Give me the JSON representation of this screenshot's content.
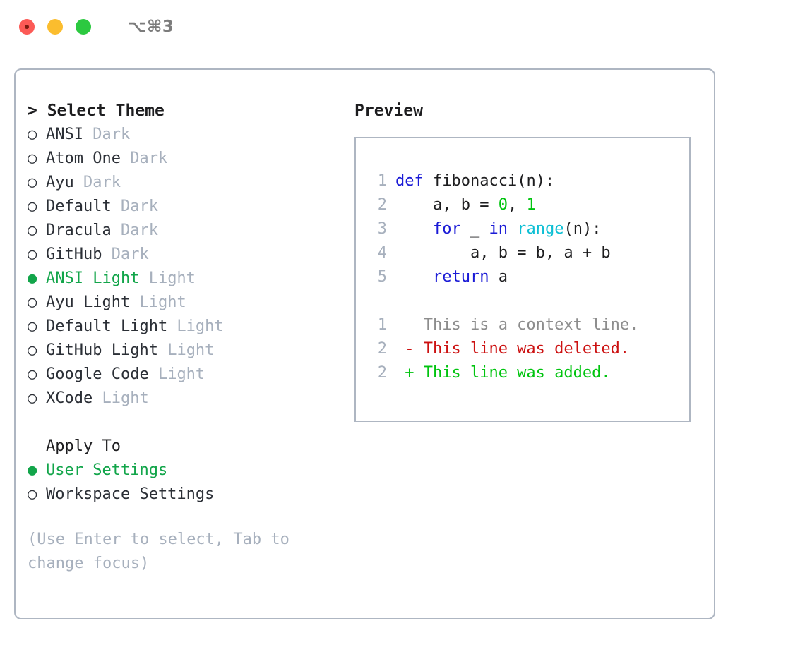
{
  "titlebar": {
    "shortcut": "⌥⌘3",
    "lights": [
      {
        "name": "close",
        "color": "#fc5a56"
      },
      {
        "name": "minimize",
        "color": "#fbbd2e"
      },
      {
        "name": "maximize",
        "color": "#2cc940"
      }
    ]
  },
  "theme_picker": {
    "heading": "> Select Theme",
    "marker_on": "●",
    "marker_off": "○",
    "items": [
      {
        "marker": "○",
        "label": "ANSI",
        "suffix": " Dark",
        "selected": false
      },
      {
        "marker": "○",
        "label": "Atom One",
        "suffix": " Dark",
        "selected": false
      },
      {
        "marker": "○",
        "label": "Ayu",
        "suffix": " Dark",
        "selected": false
      },
      {
        "marker": "○",
        "label": "Default",
        "suffix": " Dark",
        "selected": false
      },
      {
        "marker": "○",
        "label": "Dracula",
        "suffix": " Dark",
        "selected": false
      },
      {
        "marker": "○",
        "label": "GitHub",
        "suffix": " Dark",
        "selected": false
      },
      {
        "marker": "●",
        "label": "ANSI Light",
        "suffix": " Light",
        "selected": true
      },
      {
        "marker": "○",
        "label": "Ayu Light",
        "suffix": " Light",
        "selected": false
      },
      {
        "marker": "○",
        "label": "Default Light",
        "suffix": " Light",
        "selected": false
      },
      {
        "marker": "○",
        "label": "GitHub Light",
        "suffix": " Light",
        "selected": false
      },
      {
        "marker": "○",
        "label": "Google Code",
        "suffix": " Light",
        "selected": false
      },
      {
        "marker": "○",
        "label": "XCode",
        "suffix": " Light",
        "selected": false
      }
    ]
  },
  "apply_to": {
    "heading": "Apply To",
    "items": [
      {
        "marker": "●",
        "label": "User Settings",
        "selected": true
      },
      {
        "marker": "○",
        "label": "Workspace Settings",
        "selected": false
      }
    ]
  },
  "hint": "(Use Enter to select, Tab to change focus)",
  "preview": {
    "title": "Preview",
    "code": [
      {
        "num": "1",
        "indent": "",
        "tokens": [
          {
            "t": "def",
            "c": "kw"
          },
          {
            "t": " fibonacci(n):",
            "c": "txt"
          }
        ]
      },
      {
        "num": "2",
        "indent": "    ",
        "tokens": [
          {
            "t": "a, b = ",
            "c": "txt"
          },
          {
            "t": "0",
            "c": "num"
          },
          {
            "t": ", ",
            "c": "txt"
          },
          {
            "t": "1",
            "c": "num"
          }
        ]
      },
      {
        "num": "3",
        "indent": "    ",
        "tokens": [
          {
            "t": "for",
            "c": "kw"
          },
          {
            "t": " _ ",
            "c": "txt"
          },
          {
            "t": "in",
            "c": "kw"
          },
          {
            "t": " ",
            "c": "txt"
          },
          {
            "t": "range",
            "c": "fn"
          },
          {
            "t": "(n):",
            "c": "txt"
          }
        ]
      },
      {
        "num": "4",
        "indent": "        ",
        "tokens": [
          {
            "t": "a, b = b, a + b",
            "c": "txt"
          }
        ]
      },
      {
        "num": "5",
        "indent": "    ",
        "tokens": [
          {
            "t": "return",
            "c": "kw"
          },
          {
            "t": " a",
            "c": "txt"
          }
        ]
      }
    ],
    "diff": [
      {
        "num": "1",
        "sign": "  ",
        "text": "This is a context line.",
        "kind": "ctx"
      },
      {
        "num": "2",
        "sign": "- ",
        "text": "This line was deleted.",
        "kind": "del"
      },
      {
        "num": "2",
        "sign": "+ ",
        "text": "This line was added.",
        "kind": "add"
      }
    ]
  }
}
